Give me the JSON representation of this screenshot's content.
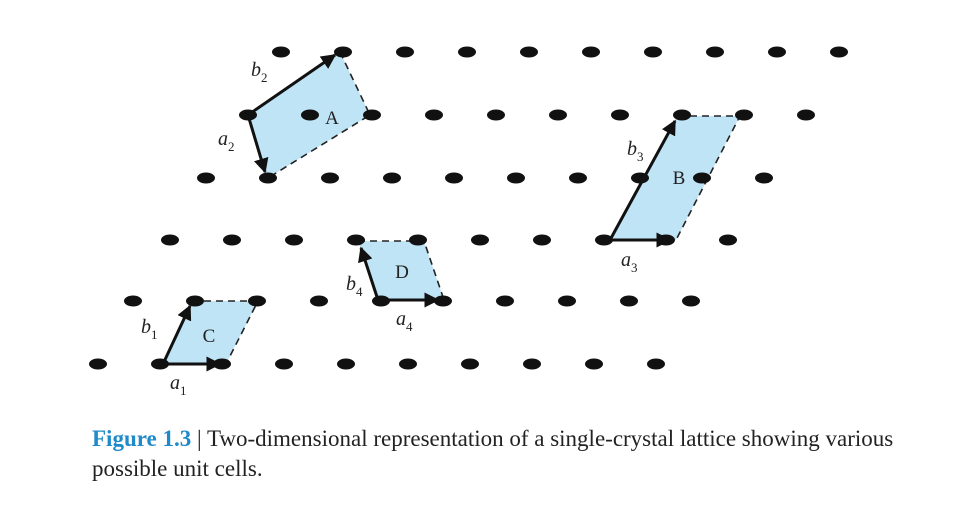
{
  "colors": {
    "dot": "#111111",
    "cell_fill": "#bfe4f6",
    "vector": "#111111",
    "caption_label": "#1f8ac9",
    "caption_text": "#222222"
  },
  "cells": [
    {
      "name": "A",
      "a": "a",
      "a_sub": "2",
      "b": "b",
      "b_sub": "2"
    },
    {
      "name": "B",
      "a": "a",
      "a_sub": "3",
      "b": "b",
      "b_sub": "3"
    },
    {
      "name": "C",
      "a": "a",
      "a_sub": "1",
      "b": "b",
      "b_sub": "1"
    },
    {
      "name": "D",
      "a": "a",
      "a_sub": "4",
      "b": "b",
      "b_sub": "4"
    }
  ],
  "caption": {
    "label": "Figure 1.3",
    "separator": " | ",
    "text": "Two-dimensional representation of a single-crystal lattice showing various possible unit cells."
  }
}
